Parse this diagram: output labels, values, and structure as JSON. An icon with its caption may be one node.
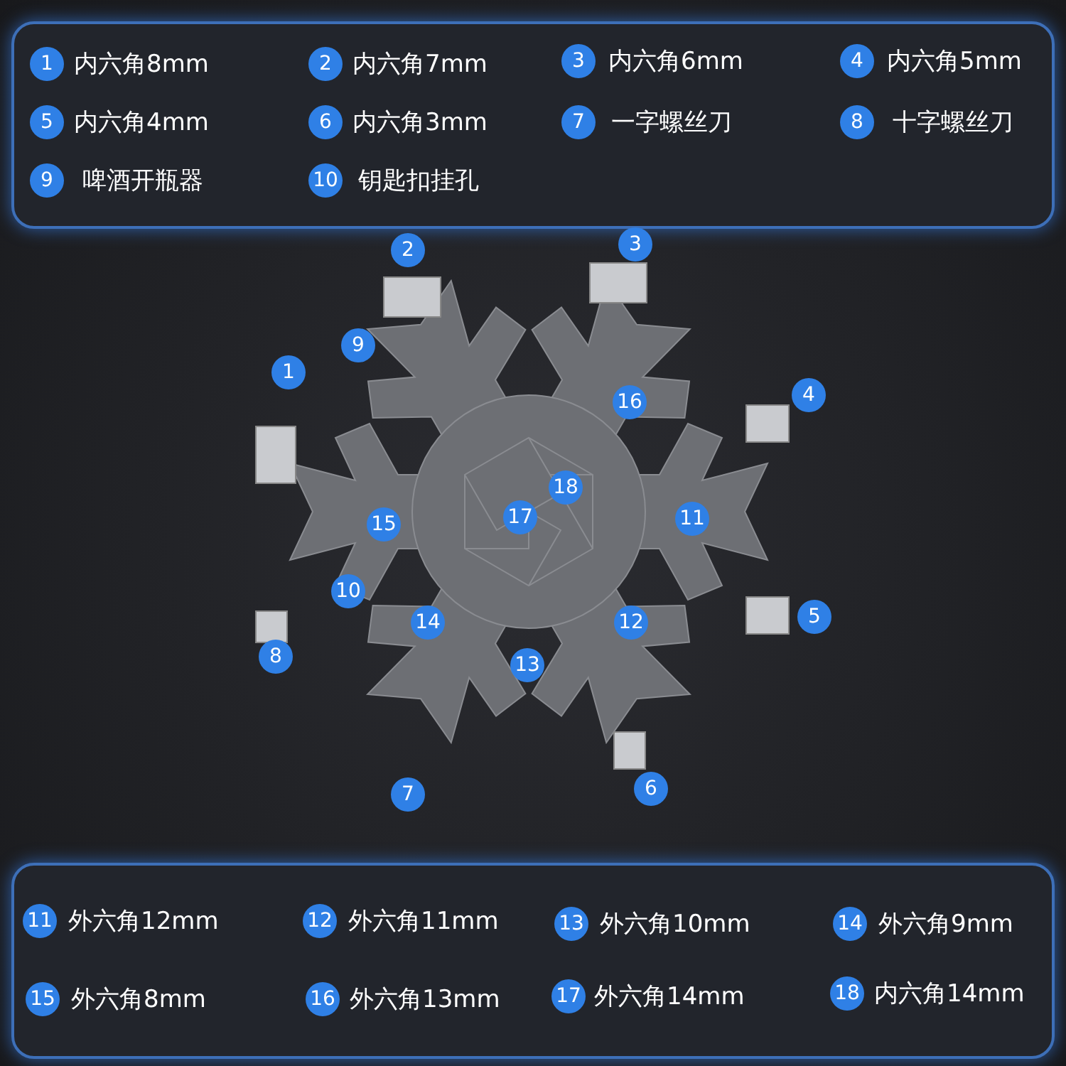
{
  "diagram": {
    "labels": [
      "1",
      "内六角8mm",
      "2",
      "内六角7mm",
      "3",
      "内六角6mm",
      "4",
      "内六角5mm",
      "5",
      "内六角4mm",
      "6",
      "内六角3mm",
      "7",
      "一字螺丝刀",
      "8",
      "十字螺丝刀",
      "9",
      "啤酒开瓶器",
      "10",
      "钥匙扣挂孔",
      "3",
      "2",
      "9",
      "1",
      "4",
      "16",
      "18",
      "17",
      "11",
      "15",
      "10",
      "5",
      "12",
      "14",
      "8",
      "13",
      "6",
      "7",
      "11",
      "外六角12mm",
      "12",
      "外六角11mm",
      "13",
      "外六角10mm",
      "14",
      "外六角9mm",
      "15",
      "外六角8mm",
      "16",
      "外六角13mm",
      "17",
      "外六角14mm",
      "18",
      "内六角14mm"
    ]
  }
}
